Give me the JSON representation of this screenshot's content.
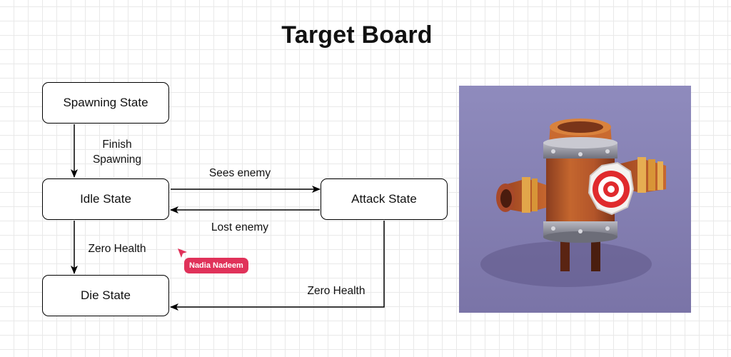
{
  "title": "Target Board",
  "nodes": {
    "spawning": "Spawning State",
    "idle": "Idle State",
    "attack": "Attack State",
    "die": "Die State"
  },
  "edges": {
    "finish_spawning": [
      "Finish",
      "Spawning"
    ],
    "sees_enemy": "Sees enemy",
    "lost_enemy": "Lost enemy",
    "zero_health_idle": "Zero Health",
    "zero_health_attack": "Zero Health"
  },
  "collaborator": {
    "name": "Nadia Nadeem",
    "color": "#e0325a"
  },
  "illustration": {
    "icon": "target-board-icon",
    "background": "#8d87b8"
  }
}
